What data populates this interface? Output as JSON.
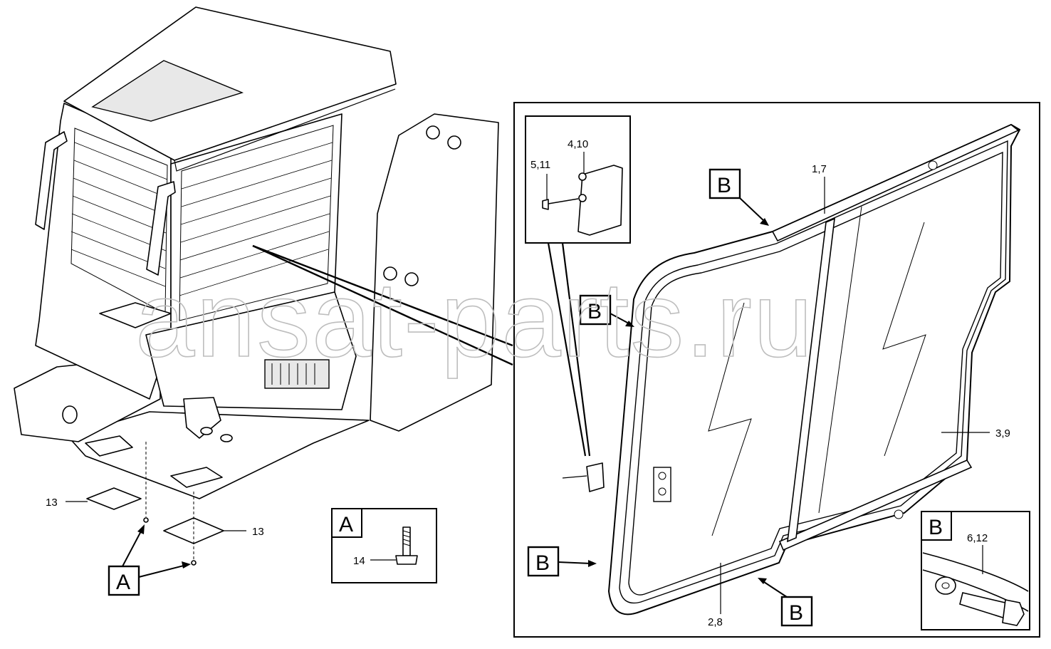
{
  "watermark": "ansat-parts.ru",
  "callouts": {
    "part_13_a": "13",
    "part_13_b": "13",
    "part_14": "14",
    "part_5_11": "5,11",
    "part_4_10": "4,10",
    "part_1_7": "1,7",
    "part_3_9": "3,9",
    "part_2_8": "2,8",
    "part_6_12": "6,12"
  },
  "detail_tags": {
    "a_main": "A",
    "a_box": "A",
    "b_top": "B",
    "b_left": "B",
    "b_bottom_left": "B",
    "b_bottom_mid": "B",
    "b_box": "B"
  }
}
